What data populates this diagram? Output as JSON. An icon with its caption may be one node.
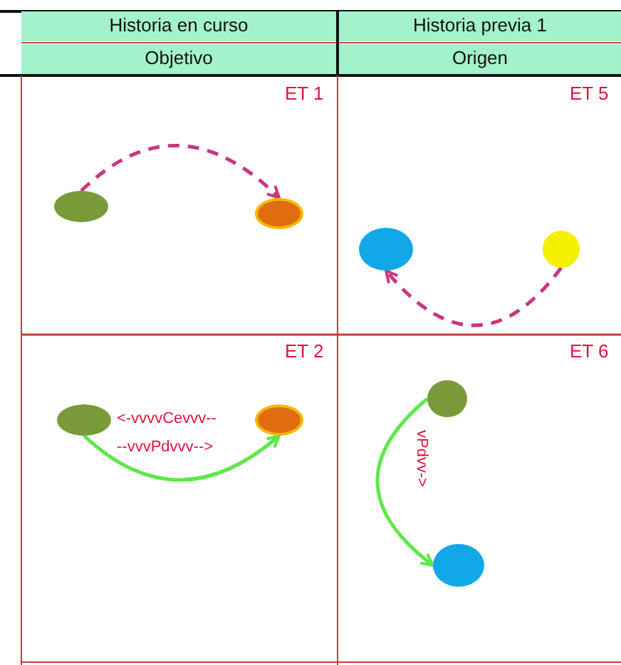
{
  "diagram": {
    "nodes": [
      {
        "text": [],
        "shape": "circle"
      },
      {
        "text": [],
        "shape": "circle"
      },
      {
        "text": [],
        "shape": "circle"
      },
      {
        "text": [],
        "shape": "circle"
      },
      {
        "text": [],
        "shape": "circle"
      },
      {
        "text": [],
        "shape": "circle"
      },
      {
        "text": [],
        "shape": "circle"
      },
      {
        "text": [],
        "shape": "circle"
      }
    ],
    "edges": [
      {
        "from": 0,
        "to": 1,
        "arrow": "to",
        "style": "dashed",
        "color": "#c8387f"
      },
      {
        "from": 3,
        "to": 2,
        "arrow": "to",
        "style": "dashed",
        "color": "#c8387f"
      },
      {
        "from": 4,
        "to": 5,
        "arrow": "to",
        "color": "#5ee84a"
      },
      {
        "from": 6,
        "to": 7,
        "arrow": "to",
        "color": "#5ee84a"
      }
    ],
    "labels": [
      "Historia en curso",
      "Historia previa 1",
      "Objetivo",
      "Origen",
      "ET 1",
      "ET 5",
      "ET 2",
      "ET 6",
      "<-vvvvCevvv--",
      "--vvvPdvvv-->",
      "vPdvv->"
    ]
  }
}
